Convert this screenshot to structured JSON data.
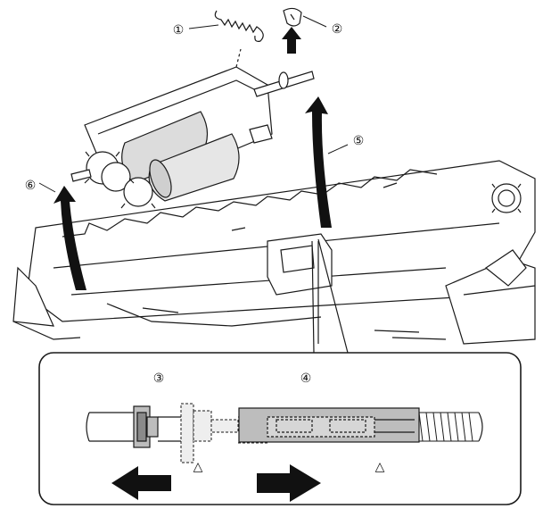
{
  "callouts": [
    {
      "id": "1",
      "text": "①"
    },
    {
      "id": "2",
      "text": "②"
    },
    {
      "id": "3",
      "text": "③"
    },
    {
      "id": "4",
      "text": "④"
    },
    {
      "id": "5",
      "text": "⑤"
    },
    {
      "id": "6",
      "text": "⑥"
    }
  ],
  "markers": {
    "triangle": "△"
  },
  "colors": {
    "line": "#1a1a1a",
    "light_fill": "#ffffff",
    "gray_fill": "#bdbdbd",
    "dark_gray": "#8a8a8a",
    "arrow": "#111111"
  }
}
